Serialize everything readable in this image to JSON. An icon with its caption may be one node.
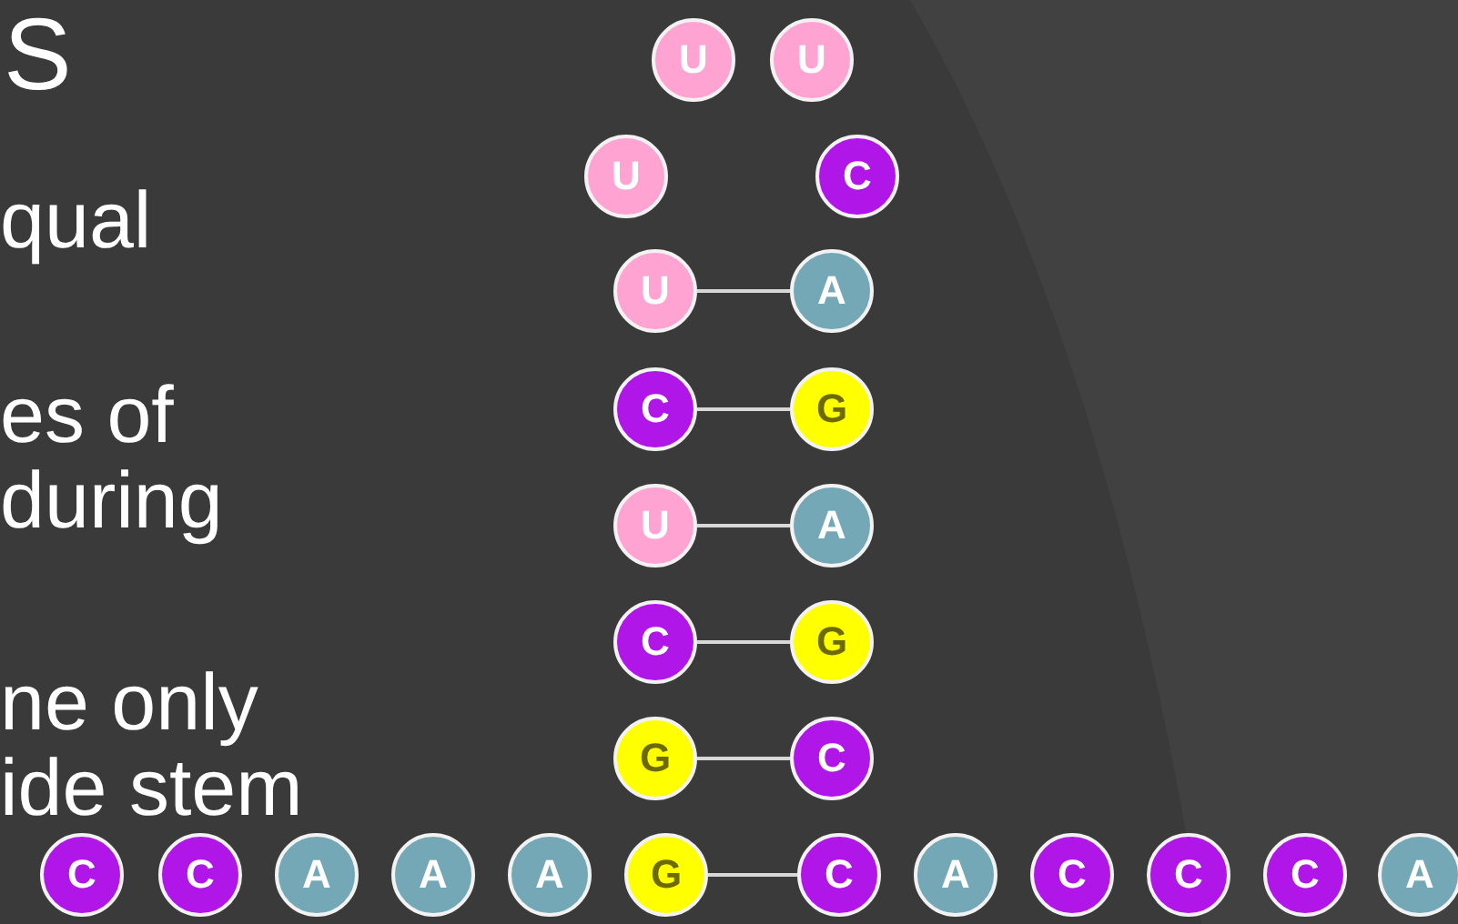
{
  "diagram": {
    "nodes": [
      {
        "text": [
          "U"
        ]
      },
      {
        "text": [
          "U"
        ]
      },
      {
        "text": [
          "U"
        ]
      },
      {
        "text": [
          "C"
        ]
      },
      {
        "text": [
          "U"
        ]
      },
      {
        "text": [
          "A"
        ]
      },
      {
        "text": [
          "C"
        ]
      },
      {
        "text": [
          "G"
        ]
      },
      {
        "text": [
          "U"
        ]
      },
      {
        "text": [
          "A"
        ]
      },
      {
        "text": [
          "C"
        ]
      },
      {
        "text": [
          "G"
        ]
      },
      {
        "text": [
          "G"
        ]
      },
      {
        "text": [
          "C"
        ]
      },
      {
        "text": [
          "C"
        ]
      },
      {
        "text": [
          "C"
        ]
      },
      {
        "text": [
          "A"
        ]
      },
      {
        "text": [
          "A"
        ]
      },
      {
        "text": [
          "A"
        ]
      },
      {
        "text": [
          "G"
        ]
      },
      {
        "text": [
          "C"
        ]
      },
      {
        "text": [
          "A"
        ]
      },
      {
        "text": [
          "C"
        ]
      },
      {
        "text": [
          "C"
        ]
      },
      {
        "text": [
          "C"
        ]
      },
      {
        "text": [
          "A"
        ]
      }
    ],
    "edges": [
      {
        "from": 4,
        "to": 5,
        "arrow": "none"
      },
      {
        "from": 6,
        "to": 7,
        "arrow": "none"
      },
      {
        "from": 8,
        "to": 9,
        "arrow": "none"
      },
      {
        "from": 10,
        "to": 11,
        "arrow": "none"
      },
      {
        "from": 12,
        "to": 13,
        "arrow": "none"
      },
      {
        "from": 19,
        "to": 20,
        "arrow": "none"
      }
    ],
    "labels": [
      "S",
      "qual",
      "es of",
      "during",
      "ne only",
      "ide stem"
    ]
  }
}
